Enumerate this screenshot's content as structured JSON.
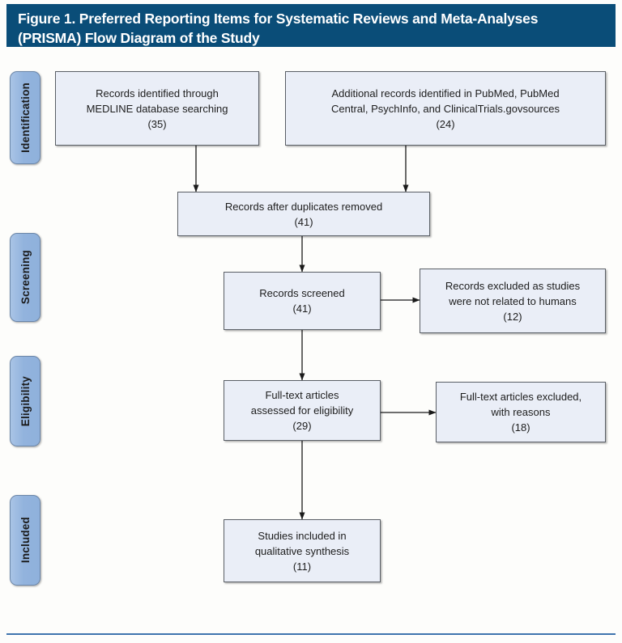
{
  "figure": {
    "title": "Figure 1. Preferred Reporting Items for Systematic Reviews and Meta-Analyses\n(PRISMA) Flow Diagram of the Study",
    "colors": {
      "title_bar": "#0a4d78",
      "title_text": "#ffffff",
      "stage_pill_fill": "#8fb3dd",
      "stage_pill_border": "#6b86a8",
      "box_fill": "#eaeef7",
      "box_border": "#5a5f66",
      "connector": "#1a1a1a",
      "bottom_rule": "#3f74ae",
      "background": "#fdfdfb"
    }
  },
  "stages": [
    {
      "id": "identification",
      "label": "Identification"
    },
    {
      "id": "screening",
      "label": "Screening"
    },
    {
      "id": "eligibility",
      "label": "Eligibility"
    },
    {
      "id": "included",
      "label": "Included"
    }
  ],
  "boxes": [
    {
      "id": "records-identified-medline",
      "stage": "identification",
      "text": "Records identified through\nMEDLINE database searching\n(35)",
      "count": 35
    },
    {
      "id": "additional-records",
      "stage": "identification",
      "text": "Additional records identified in PubMed, PubMed\nCentral, PsychInfo, and ClinicalTrials.govsources\n(24)",
      "count": 24
    },
    {
      "id": "records-after-duplicates-removed",
      "stage": "screening",
      "text": "Records after duplicates removed\n(41)",
      "count": 41
    },
    {
      "id": "records-screened",
      "stage": "screening",
      "text": "Records screened\n(41)",
      "count": 41
    },
    {
      "id": "records-excluded",
      "stage": "screening",
      "text": "Records excluded as studies\nwere not related to humans\n(12)",
      "count": 12
    },
    {
      "id": "full-text-assessed",
      "stage": "eligibility",
      "text": "Full-text articles\nassessed for eligibility\n(29)",
      "count": 29
    },
    {
      "id": "full-text-excluded",
      "stage": "eligibility",
      "text": "Full-text articles excluded,\nwith reasons\n(18)",
      "count": 18
    },
    {
      "id": "studies-included",
      "stage": "included",
      "text": "Studies included in\nqualitative synthesis\n(11)",
      "count": 11
    }
  ]
}
